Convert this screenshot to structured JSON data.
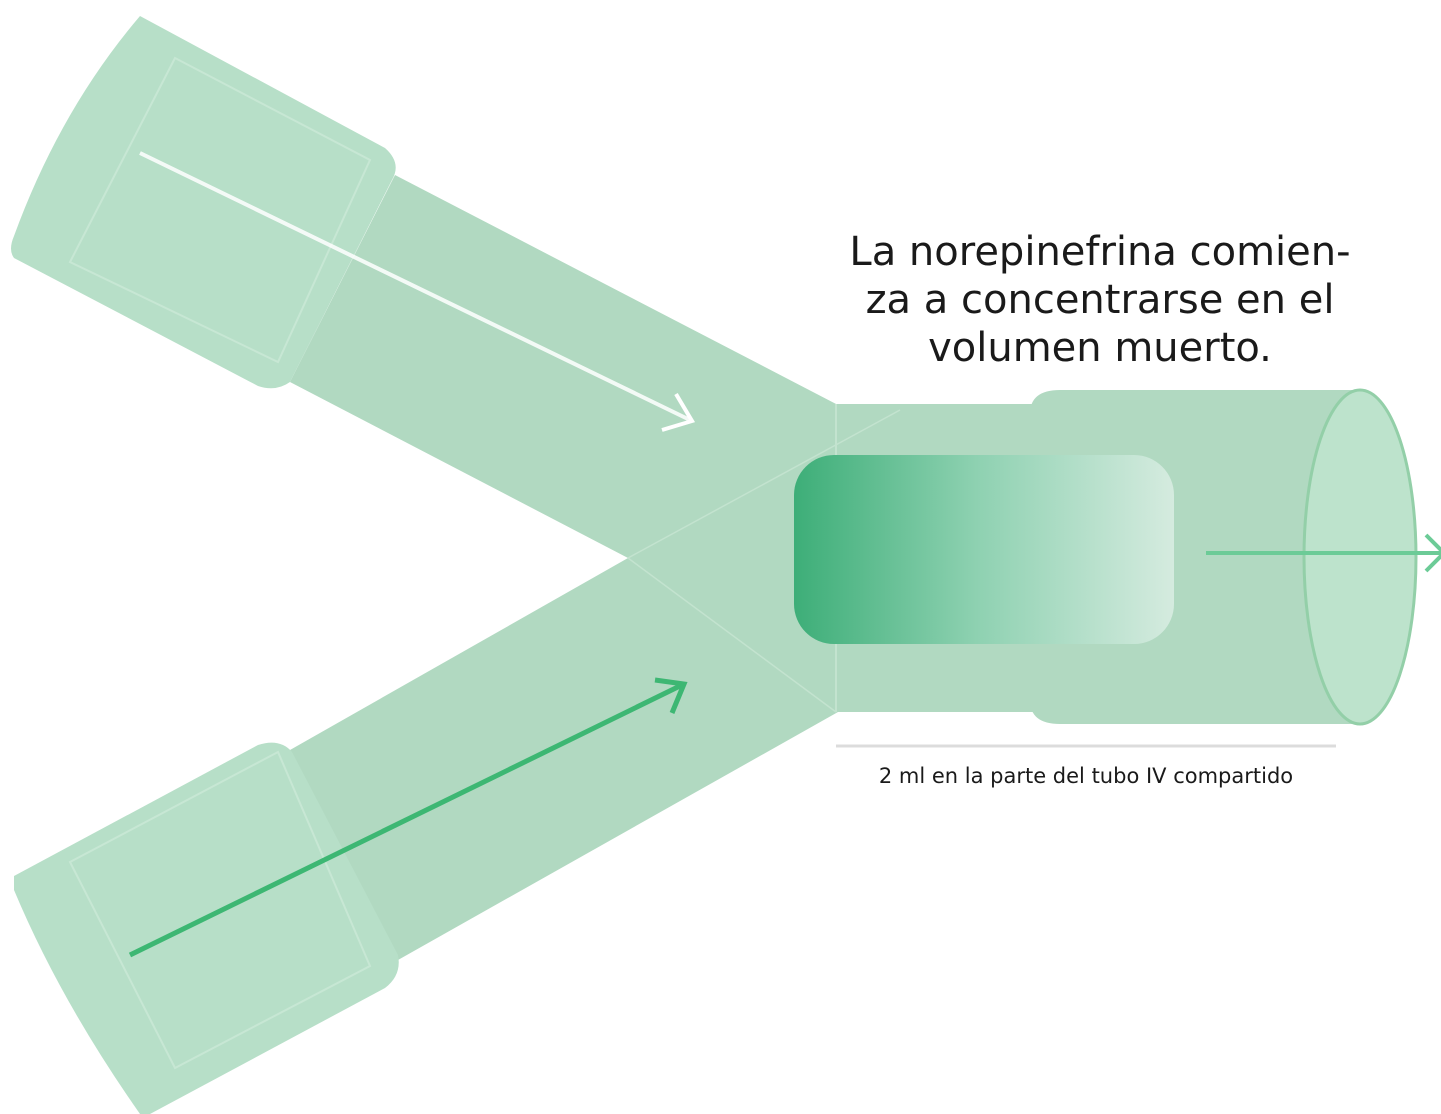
{
  "caption": {
    "line1": "La norepinefrina comien-",
    "line2": "za a concentrarse en el",
    "line3": "volumen muerto."
  },
  "volume_label": "2 ml en la parte del tubo IV compartido",
  "colors": {
    "tube": "#b1d9c1",
    "tube_light": "#b7dfc8",
    "outlet_face": "#bde3cc",
    "outlet_rim": "#93cfa8",
    "drug_dark": "#3dae78",
    "drug_mid": "#8ed1b1",
    "drug_light": "#d5ebdf",
    "arrow_upper": "#ffffff",
    "arrow_lower": "#3db773",
    "arrow_outlet": "#6ccb97",
    "measure_line": "#dcdcdc"
  },
  "icons": {
    "upper_arrow": "arrow-right",
    "lower_arrow": "arrow-right",
    "outlet_arrow": "arrow-right"
  }
}
